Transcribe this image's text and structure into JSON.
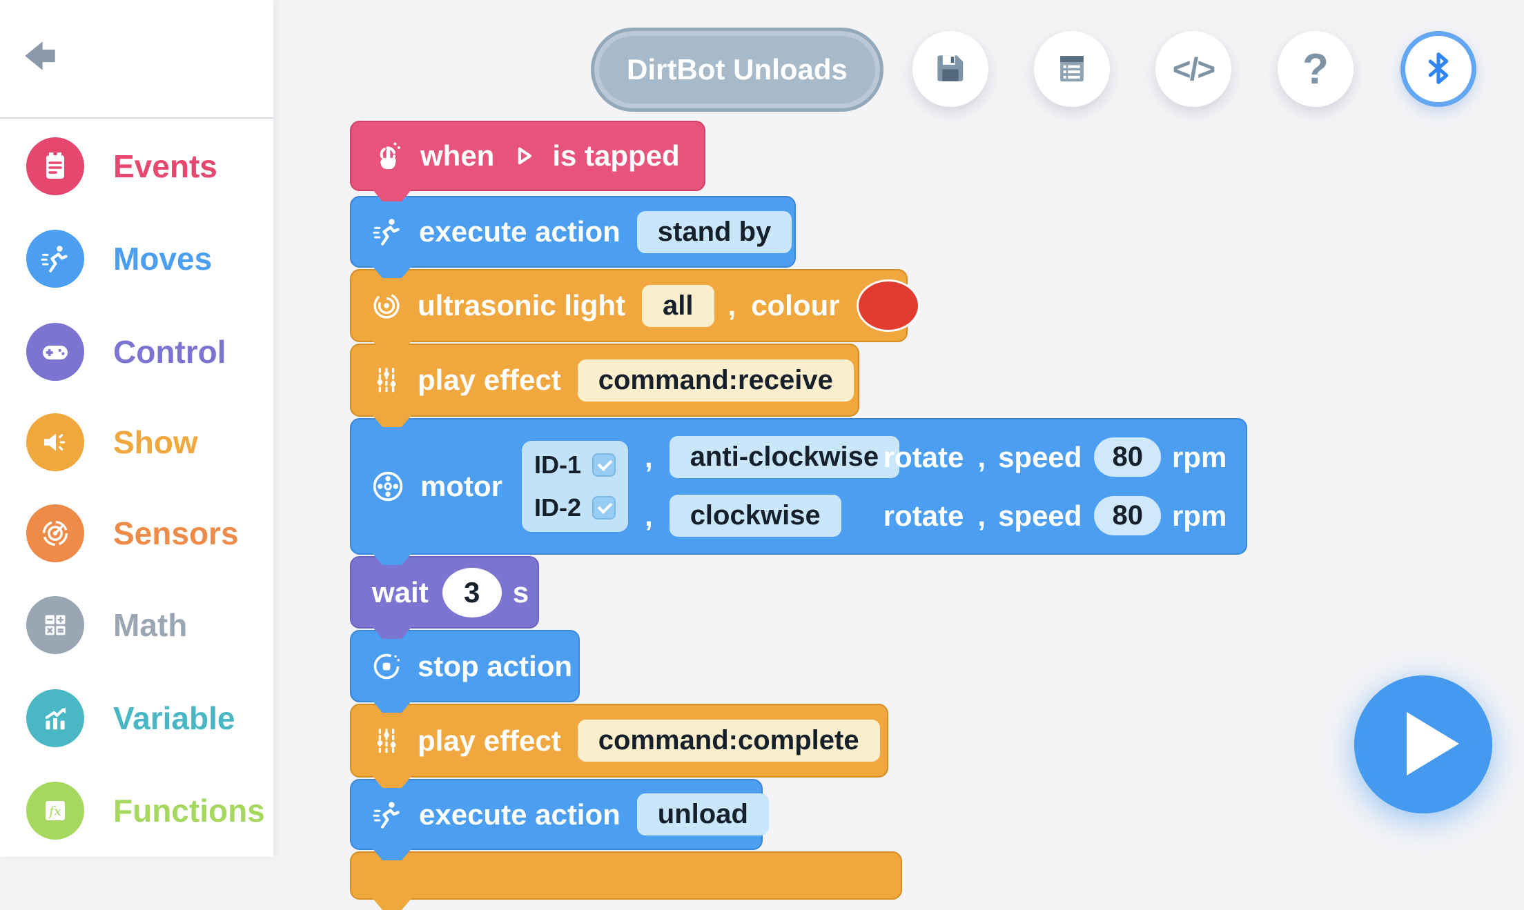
{
  "topbar": {
    "title": "DirtBot Unloads",
    "buttons": [
      {
        "name": "save",
        "icon": "floppy-icon"
      },
      {
        "name": "project-list",
        "icon": "list-icon"
      },
      {
        "name": "code-view",
        "icon": "code-icon",
        "glyph": "</>"
      },
      {
        "name": "help",
        "icon": "help-icon",
        "glyph": "?"
      },
      {
        "name": "bluetooth",
        "icon": "bluetooth-icon"
      }
    ]
  },
  "sidebar": {
    "items": [
      {
        "label": "Events",
        "color": "#e5476e",
        "icon": "events-icon"
      },
      {
        "label": "Moves",
        "color": "#4b9ef0",
        "icon": "moves-icon"
      },
      {
        "label": "Control",
        "color": "#7b74d0",
        "icon": "control-icon"
      },
      {
        "label": "Show",
        "color": "#efa73e",
        "icon": "show-icon"
      },
      {
        "label": "Sensors",
        "color": "#ef8b49",
        "icon": "sensors-icon"
      },
      {
        "label": "Math",
        "color": "#9aa6b3",
        "icon": "math-icon"
      },
      {
        "label": "Variable",
        "color": "#49b7c4",
        "icon": "variable-icon"
      },
      {
        "label": "Functions",
        "color": "#a6d85f",
        "icon": "functions-icon"
      }
    ]
  },
  "punct": {
    "comma": ","
  },
  "blocks": {
    "when": {
      "pre": "when",
      "post": "is tapped"
    },
    "exec1": {
      "label": "execute action",
      "value": "stand by"
    },
    "ultra": {
      "label": "ultrasonic light",
      "value": "all",
      "colour_label": "colour",
      "colour_value": "#e23b30"
    },
    "fx1": {
      "label": "play effect",
      "value": "command:receive"
    },
    "motor": {
      "label": "motor",
      "rotate": "rotate",
      "speed": "speed",
      "unit": "rpm",
      "rows": [
        {
          "id": "ID-1",
          "checked": true,
          "dir": "anti-clockwise",
          "speed_value": "80"
        },
        {
          "id": "ID-2",
          "checked": true,
          "dir": "clockwise",
          "speed_value": "80"
        }
      ]
    },
    "wait": {
      "label": "wait",
      "value": "3",
      "unit": "s"
    },
    "stop": {
      "label": "stop action"
    },
    "fx2": {
      "label": "play effect",
      "value": "command:complete"
    },
    "exec2": {
      "label": "execute action",
      "value": "unload"
    }
  },
  "colors": {
    "canvas_bg": "#f4f4f6",
    "sidebar_bg": "#ffffff",
    "block_pink": "#e7537b",
    "block_blue": "#4b9ef0",
    "block_orange": "#efa73e",
    "block_purple": "#7b74d0",
    "chip_blue": "#c9e6fb",
    "chip_cream": "#fbeecd",
    "title_pill": "#a7bac9",
    "run_button": "#459af0"
  }
}
